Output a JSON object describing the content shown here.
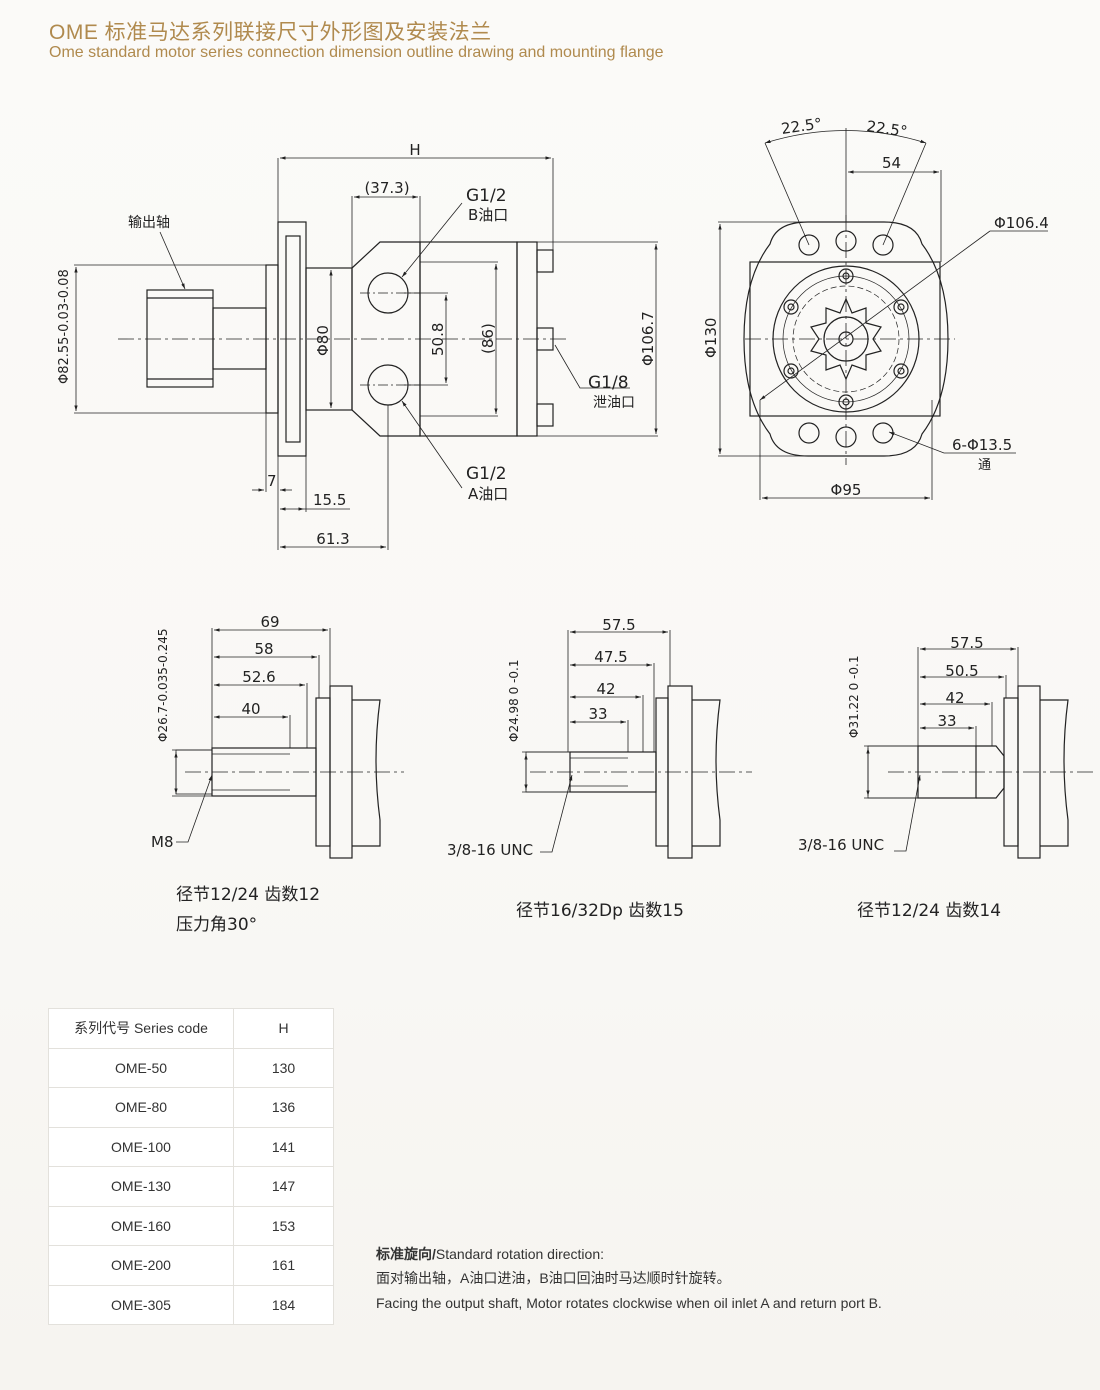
{
  "header": {
    "title_cn": "OME 标准马达系列联接尺寸外形图及安装法兰",
    "title_en": "Ome standard motor series connection dimension outline drawing and mounting flange"
  },
  "drawing": {
    "side_view": {
      "dim_h": "H",
      "dim_37_3": "(37.3)",
      "port_b_thread": "G1/2",
      "port_b_name": "B油口",
      "output_shaft": "输出轴",
      "dim_shaft_dia": "Φ82.55-0.03-0.08",
      "dim_80": "Φ80",
      "dim_50_8": "50.8",
      "dim_86": "(86)",
      "dim_106_7": "Φ106.7",
      "drain_thread": "G1/8",
      "drain_name": "泄油口",
      "port_a_thread": "G1/2",
      "port_a_name": "A油口",
      "dim_7": "7",
      "dim_15_5": "15.5",
      "dim_61_3": "61.3"
    },
    "front_view": {
      "angle_left": "22.5°",
      "angle_right": "22.5°",
      "dim_54": "54",
      "dim_106_4": "Φ106.4",
      "dim_130": "Φ130",
      "holes": "6-Φ13.5",
      "holes_note": "通",
      "dim_95": "Φ95"
    },
    "shafts": [
      {
        "dims": [
          "69",
          "58",
          "52.6",
          "40"
        ],
        "dia": "Φ26.7-0.035-0.245",
        "thread": "M8",
        "spec_line1": "径节12/24  齿数12",
        "spec_line2": "压力角30°"
      },
      {
        "dims": [
          "57.5",
          "47.5",
          "42",
          "33"
        ],
        "dia": "Φ24.98 0 -0.1",
        "thread": "3/8-16 UNC",
        "spec_line1": "径节16/32Dp  齿数15"
      },
      {
        "dims": [
          "57.5",
          "50.5",
          "42",
          "33"
        ],
        "dia": "Φ31.22 0 -0.1",
        "thread": "3/8-16 UNC",
        "spec_line1": "径节12/24  齿数14"
      }
    ]
  },
  "table": {
    "headers": [
      "系列代号 Series code",
      "H"
    ],
    "rows": [
      [
        "OME-50",
        "130"
      ],
      [
        "OME-80",
        "136"
      ],
      [
        "OME-100",
        "141"
      ],
      [
        "OME-130",
        "147"
      ],
      [
        "OME-160",
        "153"
      ],
      [
        "OME-200",
        "161"
      ],
      [
        "OME-305",
        "184"
      ]
    ]
  },
  "note": {
    "label_bold": "标准旋向/",
    "label_rest": "Standard rotation direction:",
    "line_cn": "面对输出轴，A油口进油，B油口回油时马达顺时针旋转。",
    "line_en": "Facing the output shaft, Motor rotates clockwise when oil inlet A and return port B."
  }
}
